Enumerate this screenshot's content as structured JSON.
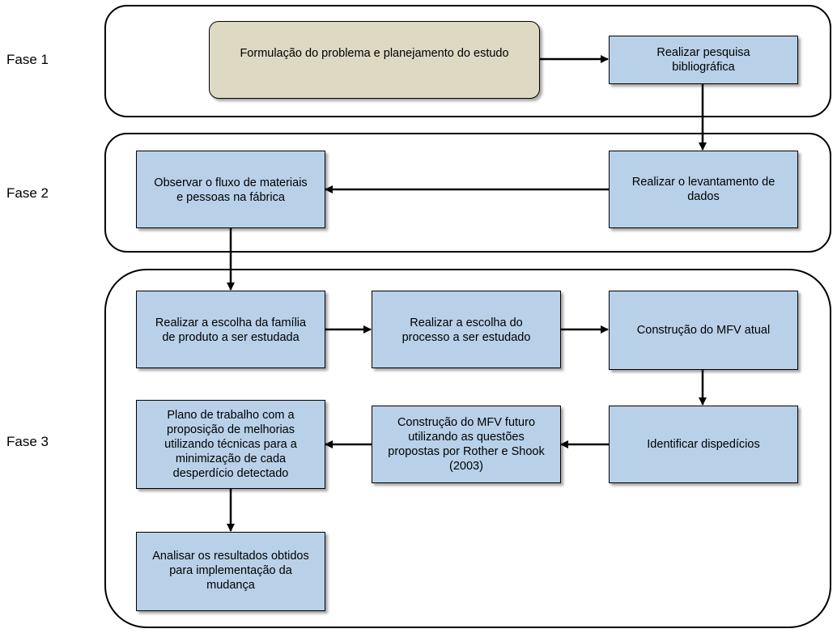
{
  "colors": {
    "step_fill": "#b8d1e8",
    "start_fill": "#ddd9c3",
    "stroke": "#000000"
  },
  "phases": [
    {
      "id": "phase-1",
      "label": "Fase 1"
    },
    {
      "id": "phase-2",
      "label": "Fase 2"
    },
    {
      "id": "phase-3",
      "label": "Fase 3"
    }
  ],
  "nodes": {
    "formulacao": "Formulação do problema e planejamento  do estudo",
    "pesquisa": "Realizar  pesquisa\nbibliográfica",
    "levantamento": "Realizar  o levantamento  de\ndados",
    "observar": "Observar  o fluxo  de materiais\ne pessoas na fábrica",
    "familia": "Realizar  a escolha da família\nde produto  a ser estudada",
    "processo": "Realizar   a escolha do\nprocesso a ser estudado",
    "mfv_atual": "Construção do MFV atual",
    "desperdicios": "Identificar  dispedícios",
    "mfv_futuro": "Construção do MFV futuro\nutilizando  as questões\npropostas por Rother  e Shook\n(2003)",
    "plano": "Plano de trabalho com a\nproposição de melhorias\nutilizando  técnicas para a\nminimização de cada\ndesperdício detectado",
    "analisar": "Analisar os resultados obtidos\npara implementação da\nmudança"
  }
}
